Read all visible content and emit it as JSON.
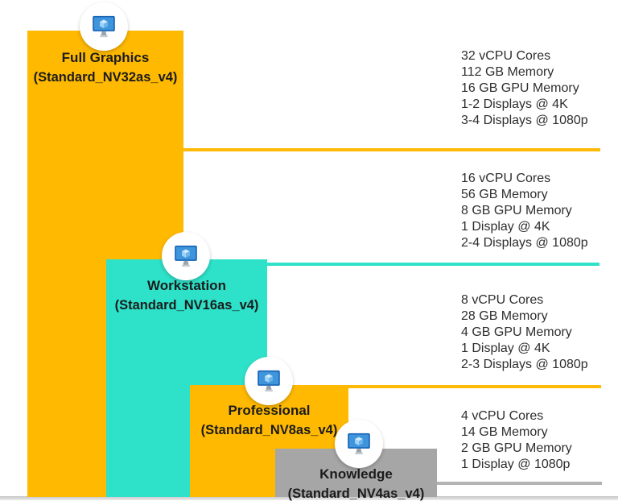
{
  "tiers": [
    {
      "name": "Full Graphics",
      "sku": "(Standard_NV32as_v4)",
      "bar_color": "#FFB900",
      "line_color": "#FFBA08",
      "specs": [
        "32 vCPU Cores",
        "112 GB Memory",
        "16 GB GPU Memory",
        "1-2 Displays @ 4K",
        "3-4 Displays @ 1080p"
      ]
    },
    {
      "name": "Workstation",
      "sku": "(Standard_NV16as_v4)",
      "bar_color": "#2EE1C9",
      "line_color": "#2EE1C9",
      "specs": [
        "16 vCPU Cores",
        "56 GB Memory",
        "8 GB GPU Memory",
        "1 Display @ 4K",
        "2-4 Displays @ 1080p"
      ]
    },
    {
      "name": "Professional",
      "sku": "(Standard_NV8as_v4)",
      "bar_color": "#FFB900",
      "line_color": "#FFBA08",
      "specs": [
        "8 vCPU Cores",
        "28 GB Memory",
        "4 GB GPU Memory",
        "1 Display @ 4K",
        "2-3 Displays @ 1080p"
      ]
    },
    {
      "name": "Knowledge",
      "sku": "(Standard_NV4as_v4)",
      "bar_color": "#A6A6A6",
      "line_color": "#B3B3B3",
      "specs": [
        "4 vCPU Cores",
        "14 GB Memory",
        "2 GB GPU Memory",
        "1 Display @ 1080p"
      ]
    }
  ],
  "icon": {
    "name": "azure-virtual-machine-icon"
  },
  "colors": {
    "background": "#FFFFFF",
    "baseline": "#C9C9C9",
    "label_text": "#1B1B1B",
    "spec_text": "#2E2E2E",
    "icon_bezel_blue": "#1763B4",
    "icon_screen_blue": "#3E95DC",
    "icon_cube_light": "#CFEAFB",
    "icon_stand_gray": "#9AA4AD"
  }
}
